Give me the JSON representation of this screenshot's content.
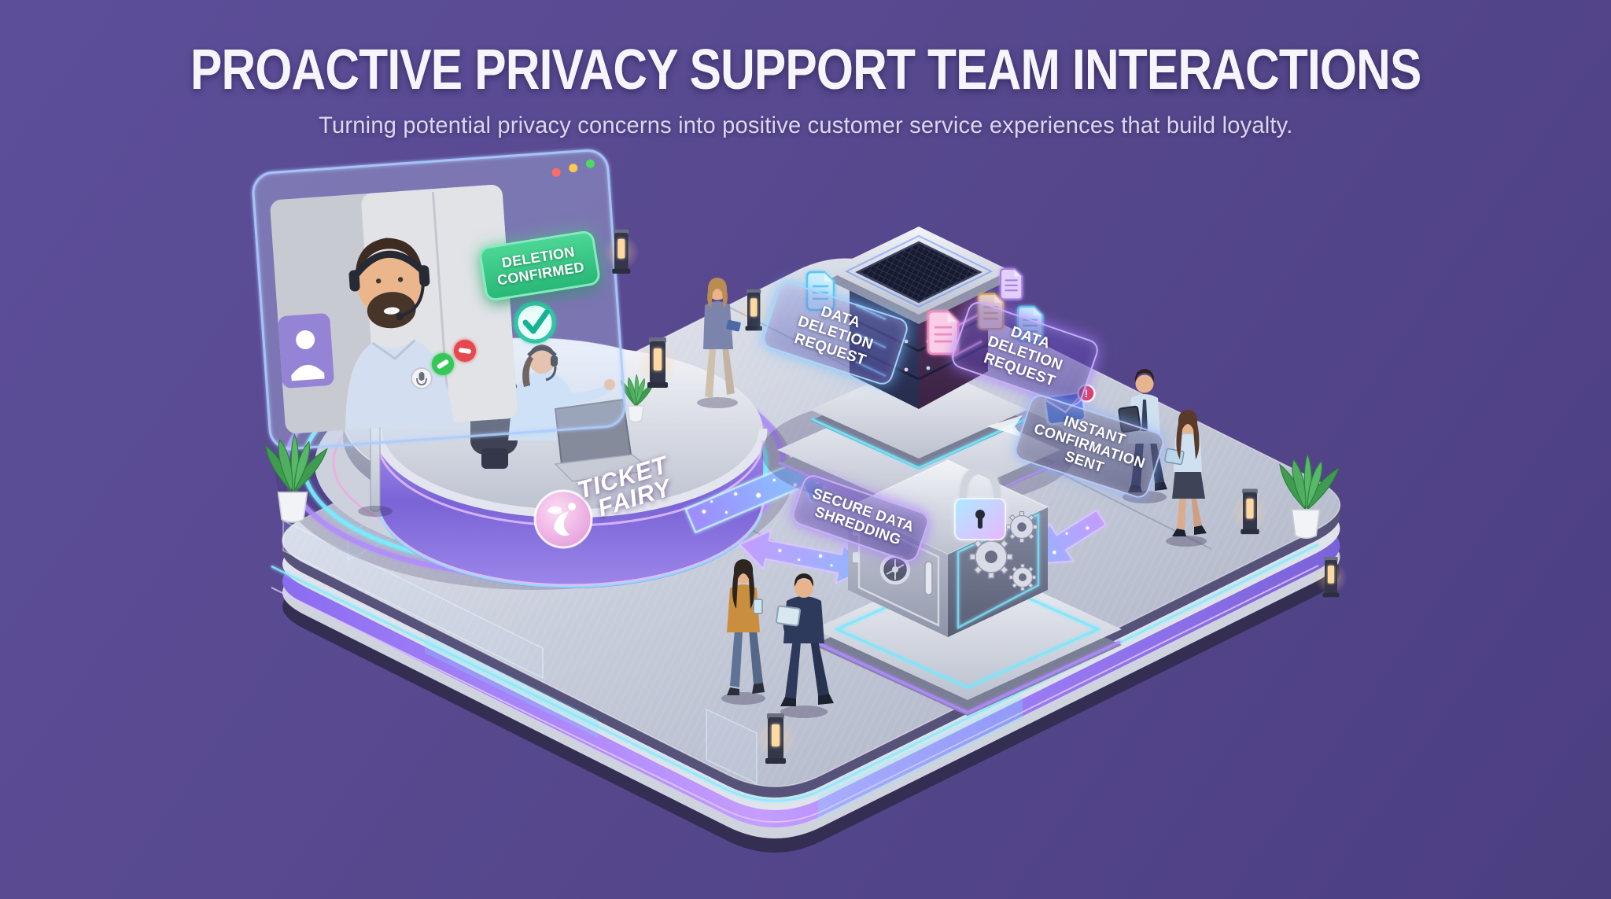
{
  "header": {
    "title": "PROACTIVE PRIVACY SUPPORT TEAM INTERACTIONS",
    "subtitle": "Turning potential privacy concerns into positive customer service experiences that build loyalty."
  },
  "screen": {
    "badge": "DELETION CONFIRMED",
    "window_dot_colors": [
      "#FF6B65",
      "#FFC94D",
      "#4CD964"
    ]
  },
  "flow_labels": {
    "request_left": "DATA DELETION REQUEST",
    "request_right": "DATA DELETION REQUEST",
    "confirmation": "INSTANT CONFIRMATION SENT",
    "shredding": "SECURE DATA SHREDDING"
  },
  "desk": {
    "brand_line1": "TICKET",
    "brand_line2": "FAIRY"
  },
  "icons": {
    "alert_badge": "!",
    "check": "✓"
  },
  "icon_names": {
    "avatar": "person-silhouette",
    "mic": "microphone",
    "accept_call": "phone-accept",
    "end_call": "phone-end",
    "envelope": "mail-notification",
    "lock": "padlock",
    "vault": "safe",
    "server": "server-rack",
    "gears": "gears",
    "check": "checkmark",
    "documents": "data-documents"
  },
  "colors": {
    "background": "#57488E",
    "platform_silver": "#CBD0DC",
    "neon_cyan": "#7DEBFF",
    "neon_purple": "#9F7BFF",
    "neon_pink": "#F0A9E0",
    "badge_green": "#2EBE7E",
    "check_teal": "#1FB392",
    "call_accept_green": "#34C759",
    "call_end_red": "#E5484D",
    "alert_red": "#E23B4E",
    "envelope_blue": "#3F7DF0",
    "logo_pink": "#EE9FE3",
    "server_left_face": "#39406B",
    "server_right_face": "#58335D",
    "vault_gray": "#9AA0B2",
    "plant_green": "#4CA45A",
    "lamp_warm": "#FFD9A2"
  }
}
